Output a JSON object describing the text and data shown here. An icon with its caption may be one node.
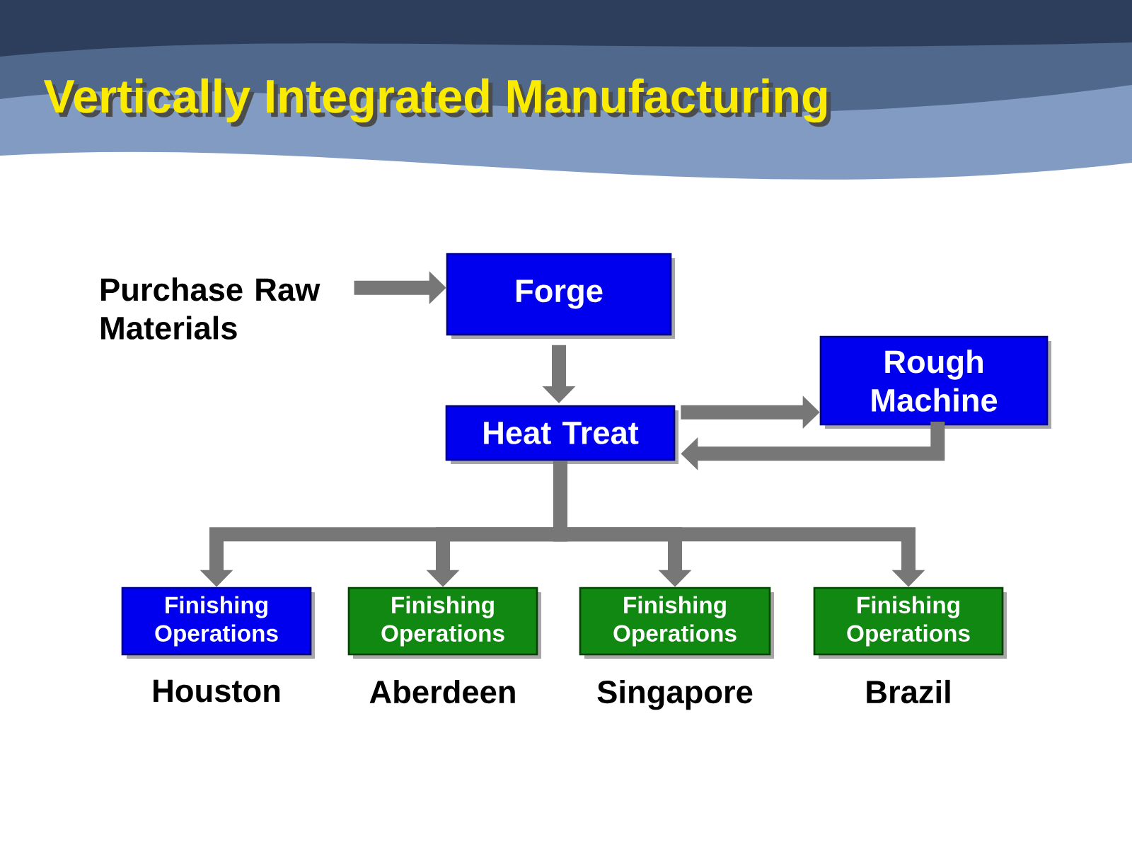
{
  "diagram": {
    "title": "Vertically Integrated Manufacturing",
    "nodes": [
      {
        "text": [
          "Purchase Raw Materials"
        ]
      },
      {
        "text": [
          "Forge"
        ]
      },
      {
        "text": [
          "Heat Treat"
        ]
      },
      {
        "text": [
          "Rough Machine"
        ]
      },
      {
        "text": [
          "Finishing Operations"
        ],
        "beside": [
          "Houston"
        ]
      },
      {
        "text": [
          "Finishing Operations"
        ],
        "beside": [
          "Aberdeen"
        ]
      },
      {
        "text": [
          "Finishing Operations"
        ],
        "beside": [
          "Singapore"
        ]
      },
      {
        "text": [
          "Finishing Operations"
        ],
        "beside": [
          "Brazil"
        ]
      }
    ],
    "edges": [
      {
        "from": 0,
        "to": 1,
        "arrow": "to"
      },
      {
        "from": 1,
        "to": 2,
        "arrow": "to"
      },
      {
        "from": 2,
        "to": 3,
        "arrow": "to"
      },
      {
        "from": 3,
        "to": 2,
        "arrow": "to"
      },
      {
        "from": 2,
        "to": 4,
        "arrow": "to"
      },
      {
        "from": 2,
        "to": 5,
        "arrow": "to"
      },
      {
        "from": 2,
        "to": 6,
        "arrow": "to"
      },
      {
        "from": 2,
        "to": 7,
        "arrow": "to"
      }
    ]
  }
}
